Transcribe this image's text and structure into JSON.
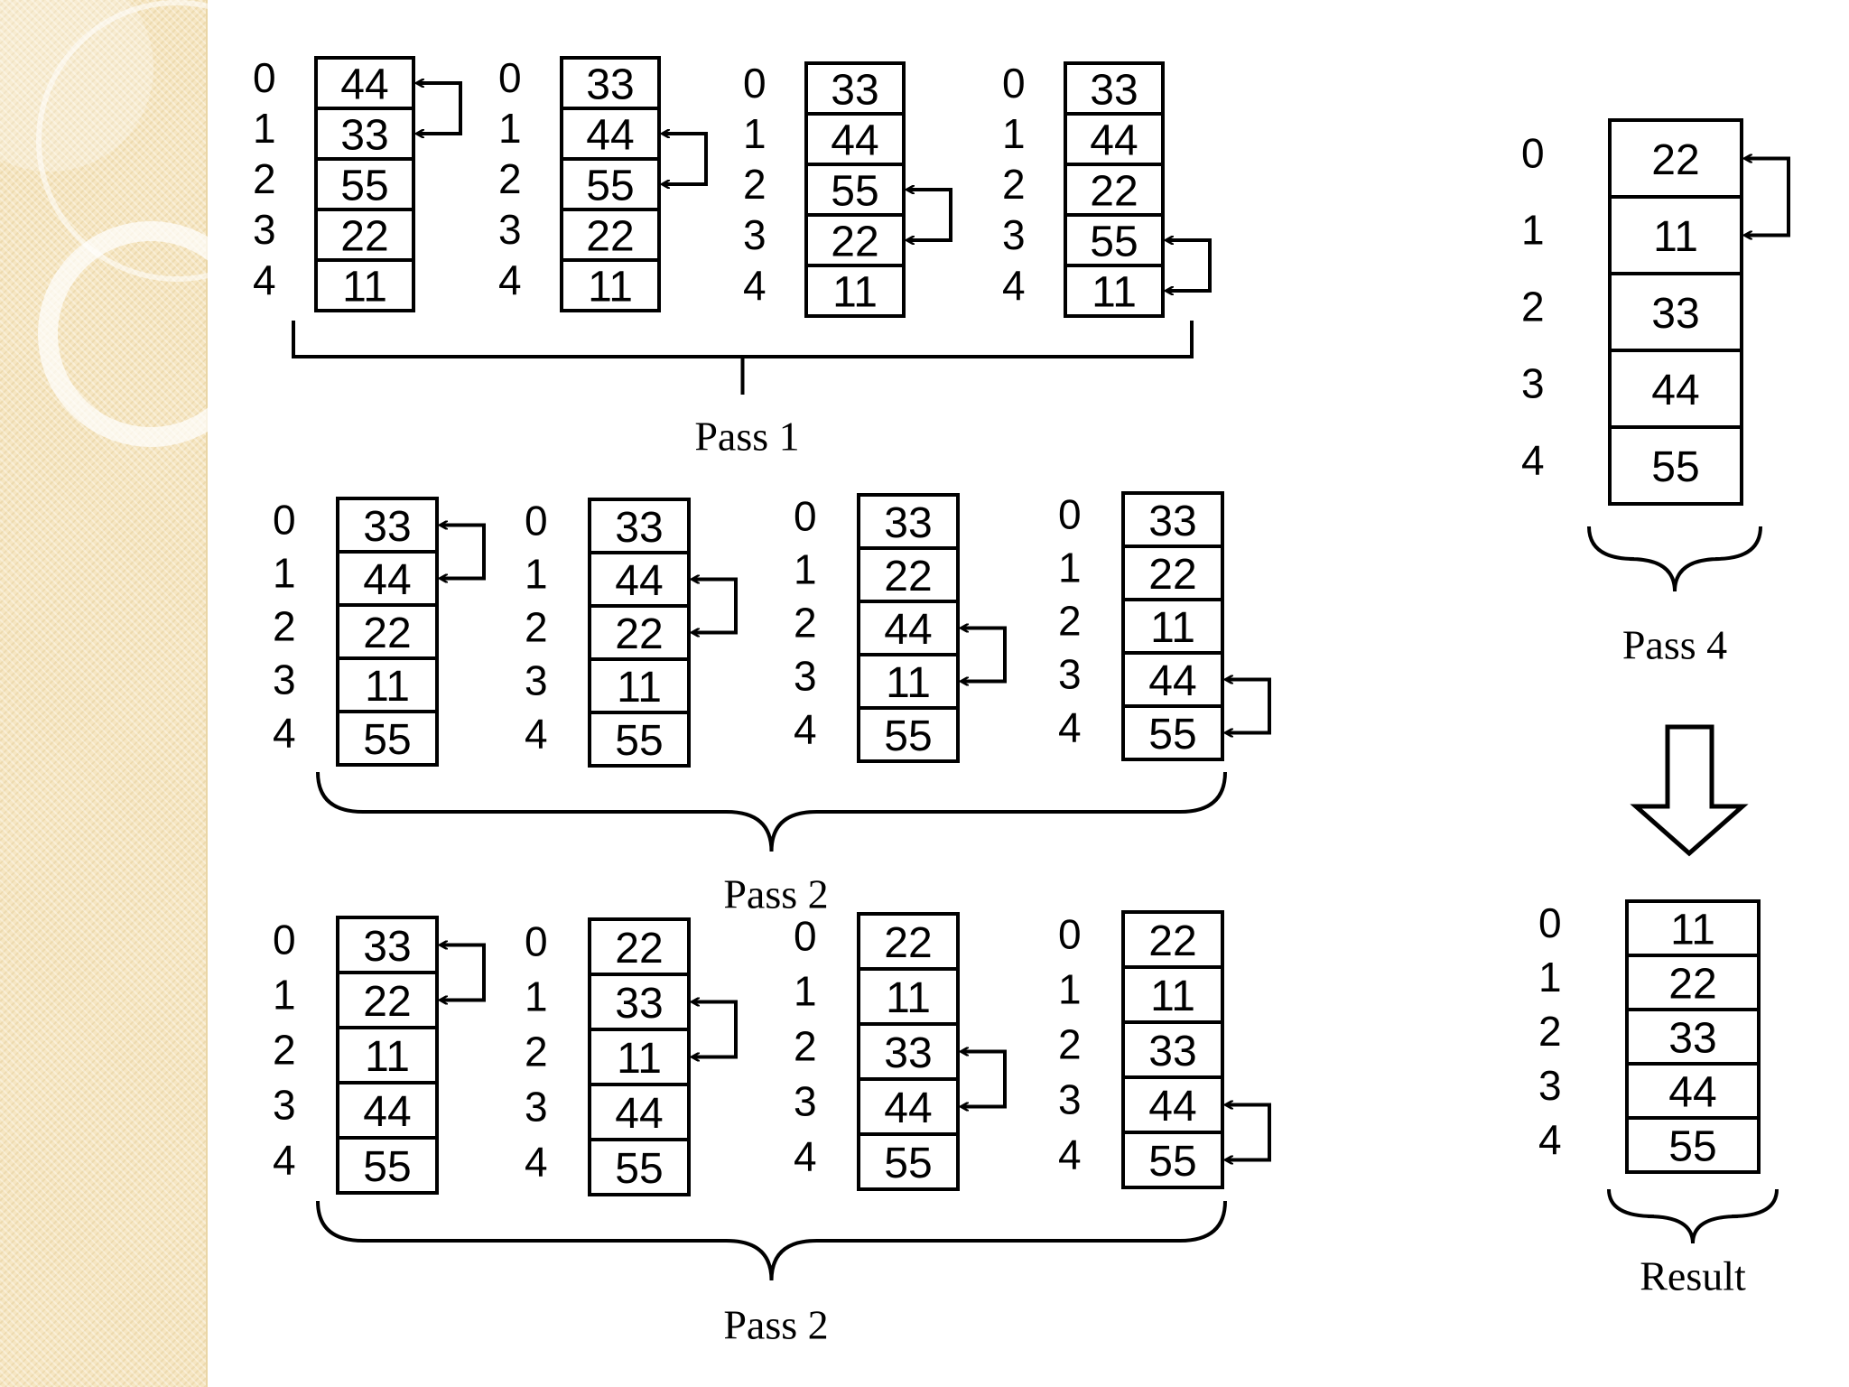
{
  "indices": [
    "0",
    "1",
    "2",
    "3",
    "4"
  ],
  "passes": [
    {
      "caption": "Pass 1",
      "steps": [
        {
          "values": [
            "44",
            "33",
            "55",
            "22",
            "11"
          ],
          "swap": [
            0,
            1
          ]
        },
        {
          "values": [
            "33",
            "44",
            "55",
            "22",
            "11"
          ],
          "swap": [
            1,
            2
          ]
        },
        {
          "values": [
            "33",
            "44",
            "55",
            "22",
            "11"
          ],
          "swap": [
            2,
            3
          ]
        },
        {
          "values": [
            "33",
            "44",
            "22",
            "55",
            "11"
          ],
          "swap": [
            3,
            4
          ]
        }
      ]
    },
    {
      "caption": "Pass 2",
      "steps": [
        {
          "values": [
            "33",
            "44",
            "22",
            "11",
            "55"
          ],
          "swap": [
            0,
            1
          ]
        },
        {
          "values": [
            "33",
            "44",
            "22",
            "11",
            "55"
          ],
          "swap": [
            1,
            2
          ]
        },
        {
          "values": [
            "33",
            "22",
            "44",
            "11",
            "55"
          ],
          "swap": [
            2,
            3
          ]
        },
        {
          "values": [
            "33",
            "22",
            "11",
            "44",
            "55"
          ],
          "swap": [
            3,
            4
          ]
        }
      ]
    },
    {
      "caption": "Pass 2",
      "steps": [
        {
          "values": [
            "33",
            "22",
            "11",
            "44",
            "55"
          ],
          "swap": [
            0,
            1
          ]
        },
        {
          "values": [
            "22",
            "33",
            "11",
            "44",
            "55"
          ],
          "swap": [
            1,
            2
          ]
        },
        {
          "values": [
            "22",
            "11",
            "33",
            "44",
            "55"
          ],
          "swap": [
            2,
            3
          ]
        },
        {
          "values": [
            "22",
            "11",
            "33",
            "44",
            "55"
          ],
          "swap": [
            3,
            4
          ]
        }
      ]
    }
  ],
  "pass4": {
    "caption": "Pass 4",
    "values": [
      "22",
      "11",
      "33",
      "44",
      "55"
    ],
    "swap": [
      0,
      1
    ]
  },
  "result": {
    "caption": "Result",
    "values": [
      "11",
      "22",
      "33",
      "44",
      "55"
    ]
  }
}
